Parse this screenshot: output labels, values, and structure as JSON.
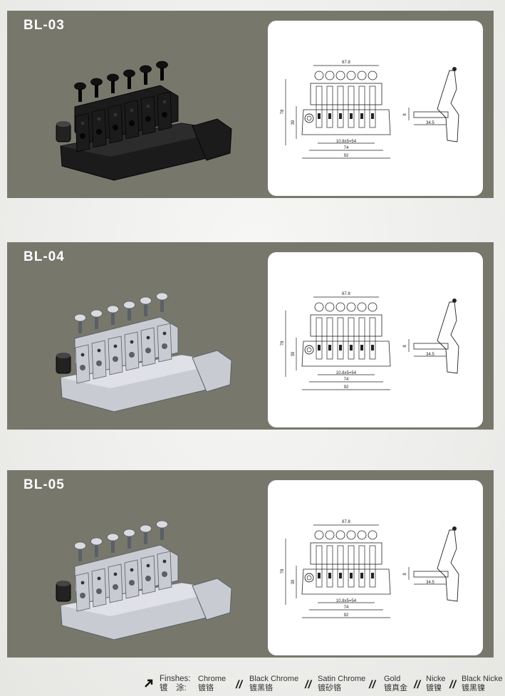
{
  "products": [
    {
      "model": "BL-03",
      "finish_color": "#1a1a1a",
      "dims": {
        "top": "67.8",
        "height": "78",
        "inner": "39",
        "spacing": "10.8x5=54",
        "w74": "74",
        "w92": "92",
        "side_h": "8",
        "side_w": "34.5"
      }
    },
    {
      "model": "BL-04",
      "finish_color": "#c9ccd1",
      "dims": {
        "top": "67.8",
        "height": "78",
        "inner": "39",
        "spacing": "10.8x5=54",
        "w74": "74",
        "w92": "92",
        "side_h": "8",
        "side_w": "34.5"
      }
    },
    {
      "model": "BL-05",
      "finish_color": "#c9ccd1",
      "dims": {
        "top": "67.8",
        "height": "78",
        "inner": "39",
        "spacing": "10.8x5=54",
        "w74": "74",
        "w92": "92",
        "side_h": "8",
        "side_w": "34.5"
      }
    }
  ],
  "finishes": {
    "label_en": "Finshes:",
    "label_cn": "镀　涂:",
    "items": [
      {
        "en": "Chrome",
        "cn": "镀铬"
      },
      {
        "en": "Black Chrome",
        "cn": "镀黑铬"
      },
      {
        "en": "Satin Chrome",
        "cn": "镀砂铬"
      },
      {
        "en": "Gold",
        "cn": "镀真金"
      },
      {
        "en": "Nicke",
        "cn": "镀镍"
      },
      {
        "en": "Black Nicke",
        "cn": "镀黑镍"
      }
    ],
    "separator": "//"
  }
}
